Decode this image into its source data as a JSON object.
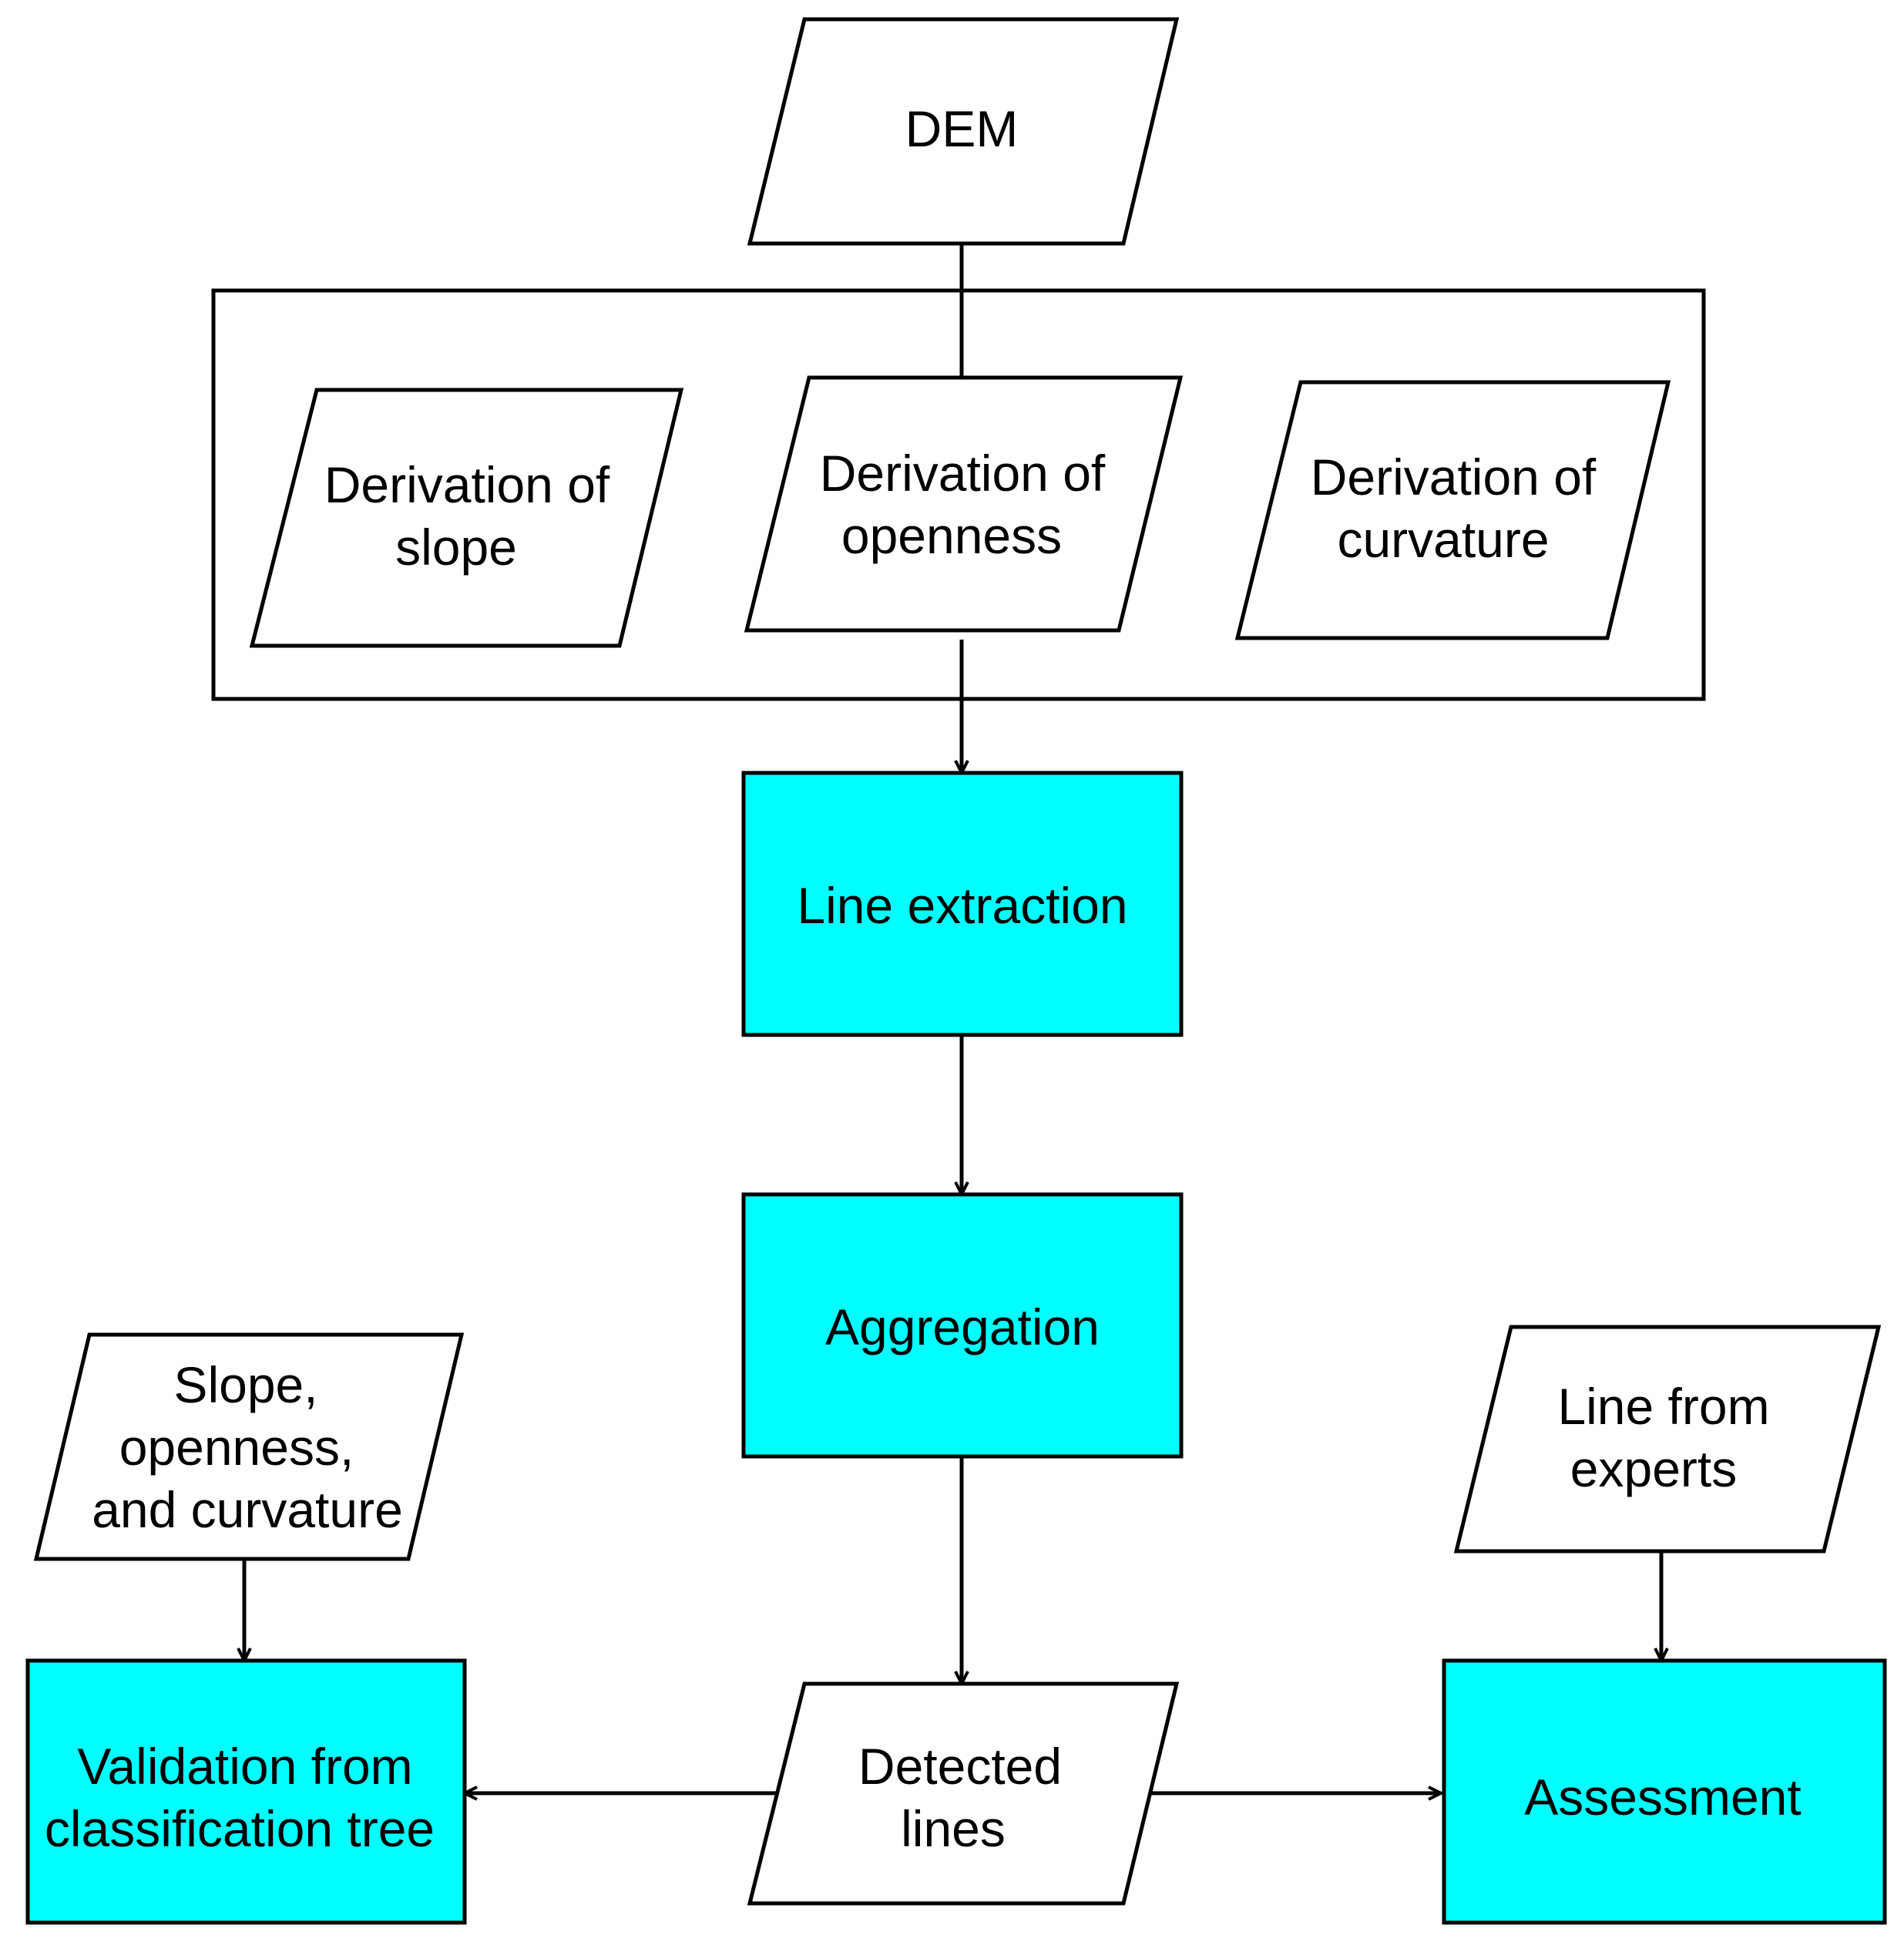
{
  "colors": {
    "process_fill": "#00FFFF",
    "data_fill": "#FFFFFF",
    "stroke": "#000000"
  },
  "nodes": {
    "dem": {
      "lines": [
        "DEM"
      ]
    },
    "slope": {
      "lines": [
        "Derivation of",
        "slope"
      ]
    },
    "openness": {
      "lines": [
        "Derivation of",
        "openness"
      ]
    },
    "curvature": {
      "lines": [
        "Derivation of",
        "curvature"
      ]
    },
    "line_extraction": {
      "lines": [
        "Line extraction"
      ]
    },
    "aggregation": {
      "lines": [
        "Aggregation"
      ]
    },
    "inputs": {
      "lines": [
        "Slope,",
        "openness,",
        "and curvature"
      ]
    },
    "experts": {
      "lines": [
        "Line from",
        "experts"
      ]
    },
    "validation": {
      "lines": [
        "Validation from",
        "classification tree"
      ]
    },
    "detected": {
      "lines": [
        "Detected",
        "lines"
      ]
    },
    "assessment": {
      "lines": [
        "Assessment"
      ]
    }
  }
}
